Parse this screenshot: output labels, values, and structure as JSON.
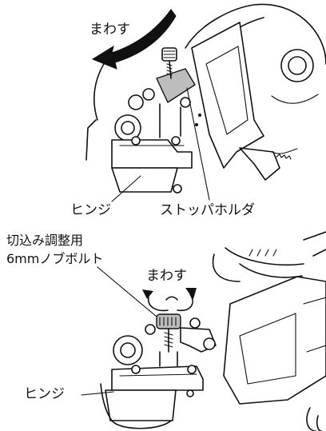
{
  "top_figure": {
    "rotate_label": "まわす",
    "hinge_label": "ヒンジ",
    "stopper_holder_label": "ストッパホルダ"
  },
  "bottom_figure": {
    "bolt_label_line1": "切込み調整用",
    "bolt_label_line2": "6mmノブボルト",
    "rotate_label": "まわす",
    "hinge_label": "ヒンジ"
  },
  "icons": [
    "curved-arrow-icon",
    "double-rotate-arrow-icon"
  ],
  "colors": {
    "line": "#111111",
    "shade": "#bdbdbd",
    "background": "#ffffff"
  }
}
